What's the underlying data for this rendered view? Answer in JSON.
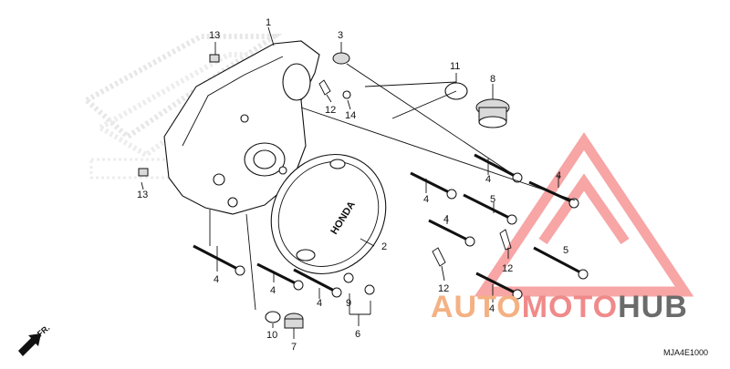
{
  "diagram": {
    "code": "MJA4E1000",
    "front_marker": "FR.",
    "cover_brand": "HONDA",
    "callouts": {
      "c1": "1",
      "c2": "2",
      "c3": "3",
      "c4a": "4",
      "c4b": "4",
      "c4c": "4",
      "c4d": "4",
      "c4e": "4",
      "c4f": "4",
      "c4g": "4",
      "c4h": "4",
      "c5a": "5",
      "c5b": "5",
      "c7": "7",
      "c8": "8",
      "c9": "9",
      "c10": "10",
      "c11": "11",
      "c12a": "12",
      "c12b": "12",
      "c12c": "12",
      "c13a": "13",
      "c13b": "13",
      "c14": "14",
      "c6": "6"
    }
  },
  "watermark": {
    "part1": "AUTO",
    "part2": "MOTO",
    "part3": "HUB",
    "colors": {
      "auto": "#f4b183",
      "moto": "#f08a8a",
      "hub": "#6b6b6b",
      "triangle": "#f26b6b"
    }
  }
}
